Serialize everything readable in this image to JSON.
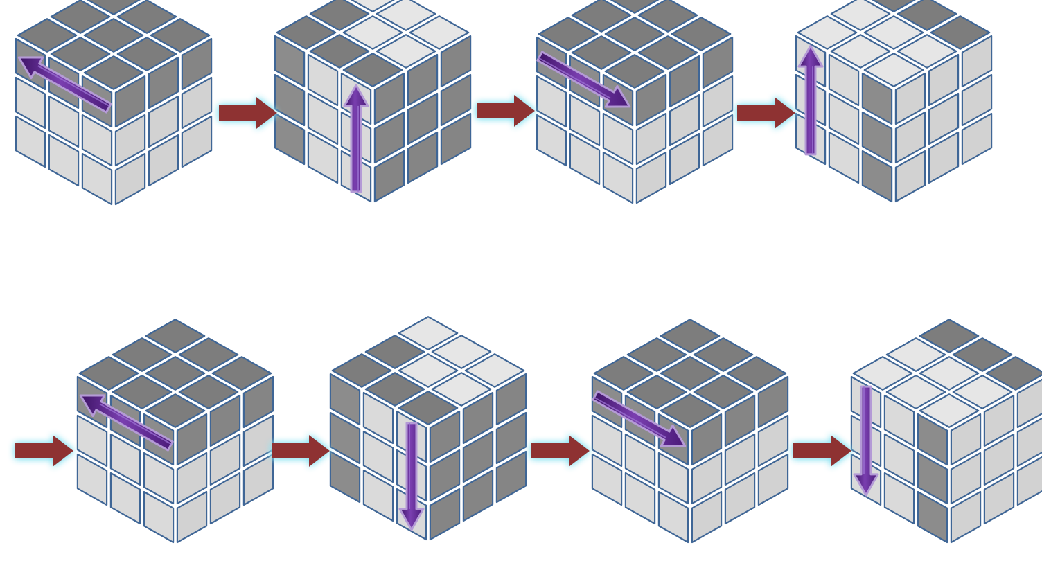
{
  "colors": {
    "dark_sticker": "#8c8c8c",
    "dark_sticker_top": "#7d7d7d",
    "dark_sticker_right": "#858585",
    "light_sticker": "#e6e6e6",
    "light_sticker_left": "#dadada",
    "light_sticker_right": "#d2d2d2",
    "sticker_border": "#3f6696",
    "step_arrow": "#8e3232",
    "step_arrow_glow": "#8fe3f2",
    "move_arrow": "#5c2a8a",
    "move_arrow_light": "#b49ad6"
  },
  "rows": [
    {
      "name": "row-1",
      "cubes": [
        {
          "top": [
            1,
            1,
            1,
            1,
            1,
            1,
            1,
            1,
            1
          ],
          "left": [
            1,
            1,
            1,
            0,
            0,
            0,
            0,
            0,
            0
          ],
          "right": [
            1,
            1,
            1,
            0,
            0,
            0,
            0,
            0,
            0
          ],
          "move": {
            "icon": "arrow-up-left-icon",
            "face": "left-top-row",
            "direction": "left"
          }
        },
        {
          "top": [
            0,
            1,
            1,
            0,
            0,
            1,
            0,
            0,
            1
          ],
          "left": [
            0,
            0,
            1,
            0,
            0,
            1,
            0,
            0,
            1
          ],
          "right": [
            1,
            1,
            1,
            1,
            1,
            1,
            1,
            1,
            1
          ],
          "move": {
            "icon": "arrow-up-icon",
            "face": "left-right-column",
            "direction": "up"
          }
        },
        {
          "top": [
            1,
            1,
            1,
            1,
            1,
            1,
            1,
            1,
            1
          ],
          "left": [
            1,
            1,
            1,
            0,
            0,
            0,
            0,
            0,
            0
          ],
          "right": [
            1,
            1,
            1,
            0,
            0,
            0,
            0,
            0,
            0
          ],
          "move": {
            "icon": "arrow-down-right-icon",
            "face": "left-top-row",
            "direction": "right"
          }
        },
        {
          "top": [
            1,
            0,
            0,
            1,
            0,
            0,
            1,
            0,
            0
          ],
          "left": [
            1,
            0,
            0,
            1,
            0,
            0,
            1,
            0,
            0
          ],
          "right": [
            0,
            0,
            0,
            0,
            0,
            0,
            0,
            0,
            0
          ],
          "move": {
            "icon": "arrow-up-icon",
            "face": "left-left-column",
            "direction": "up"
          }
        }
      ],
      "leading_arrow": false
    },
    {
      "name": "row-2",
      "cubes": [
        {
          "top": [
            1,
            1,
            1,
            1,
            1,
            1,
            1,
            1,
            1
          ],
          "left": [
            1,
            1,
            1,
            0,
            0,
            0,
            0,
            0,
            0
          ],
          "right": [
            1,
            1,
            1,
            0,
            0,
            0,
            0,
            0,
            0
          ],
          "move": {
            "icon": "arrow-up-left-icon",
            "face": "left-top-row",
            "direction": "left"
          }
        },
        {
          "top": [
            0,
            1,
            1,
            0,
            0,
            1,
            0,
            0,
            1
          ],
          "left": [
            0,
            0,
            1,
            0,
            0,
            1,
            0,
            0,
            1
          ],
          "right": [
            1,
            1,
            1,
            1,
            1,
            1,
            1,
            1,
            1
          ],
          "move": {
            "icon": "arrow-down-icon",
            "face": "left-right-column",
            "direction": "down"
          }
        },
        {
          "top": [
            1,
            1,
            1,
            1,
            1,
            1,
            1,
            1,
            1
          ],
          "left": [
            1,
            1,
            1,
            0,
            0,
            0,
            0,
            0,
            0
          ],
          "right": [
            1,
            1,
            1,
            0,
            0,
            0,
            0,
            0,
            0
          ],
          "move": {
            "icon": "arrow-down-right-icon",
            "face": "left-top-row",
            "direction": "right"
          }
        },
        {
          "top": [
            1,
            0,
            0,
            1,
            0,
            0,
            1,
            0,
            0
          ],
          "left": [
            1,
            0,
            0,
            1,
            0,
            0,
            1,
            0,
            0
          ],
          "right": [
            0,
            0,
            0,
            0,
            0,
            0,
            0,
            0,
            0
          ],
          "move": {
            "icon": "arrow-down-icon",
            "face": "left-left-column",
            "direction": "down"
          }
        }
      ],
      "leading_arrow": true
    }
  ]
}
